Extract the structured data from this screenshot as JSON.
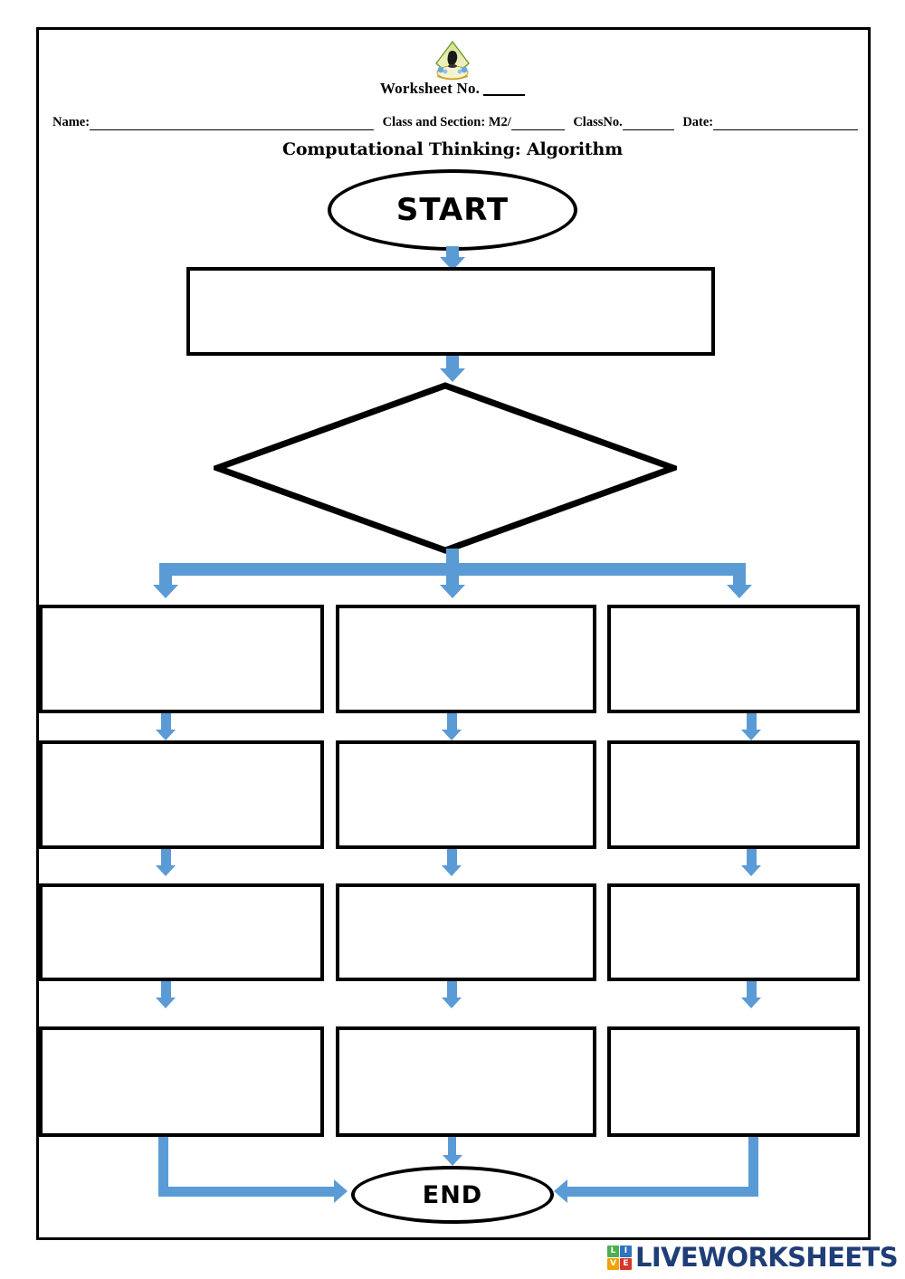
{
  "page": {
    "background": "#ffffff",
    "frame_color": "#000000"
  },
  "header": {
    "crest_icon": "school-crest-icon",
    "worksheet_label": "Worksheet No.",
    "worksheet_value": "",
    "name_label": "Name:",
    "name_value": "",
    "class_section_label": "Class and Section: M2/",
    "class_section_value": "",
    "class_no_label": "ClassNo.",
    "class_no_value": "",
    "date_label": "Date:",
    "date_value": "",
    "title": "Computational Thinking: Algorithm"
  },
  "flowchart": {
    "accent_color": "#5B9BD5",
    "outline_color": "#000000",
    "start_label": "START",
    "end_label": "END",
    "first_process_text": "",
    "decision_text": "",
    "columns": [
      {
        "name": "left-branch",
        "cells": [
          "",
          "",
          "",
          ""
        ]
      },
      {
        "name": "center-branch",
        "cells": [
          "",
          "",
          "",
          ""
        ]
      },
      {
        "name": "right-branch",
        "cells": [
          "",
          "",
          "",
          ""
        ]
      }
    ]
  },
  "footer": {
    "brand_tiles": [
      {
        "letter": "L",
        "color": "#4CAF50"
      },
      {
        "letter": "I",
        "color": "#2E74C0"
      },
      {
        "letter": "V",
        "color": "#F0A202"
      },
      {
        "letter": "E",
        "color": "#D9342B"
      }
    ],
    "brand_word": "LIVEWORKSHEETS",
    "brand_color": "#1F3E78"
  }
}
